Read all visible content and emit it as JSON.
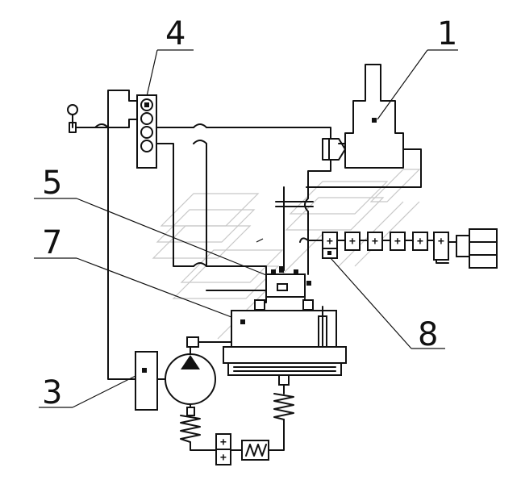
{
  "callouts": {
    "c1": "1",
    "c3": "3",
    "c4": "4",
    "c5": "5",
    "c7": "7",
    "c8": "8"
  },
  "colors": {
    "line": "#111111",
    "ghost": "#c8c8c8",
    "background": "#ffffff"
  }
}
